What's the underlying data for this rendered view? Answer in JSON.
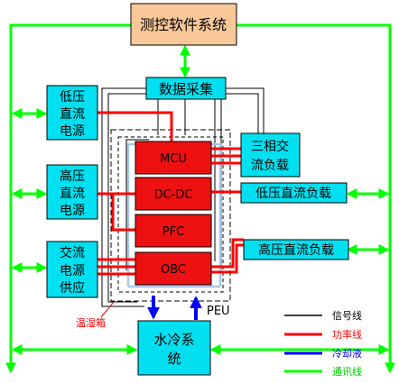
{
  "nodes": {
    "software": "测控软件系统",
    "daq": "数据采集",
    "lv_dc": [
      "低压",
      "直流",
      "电源"
    ],
    "hv_dc": [
      "高压",
      "直流",
      "电源"
    ],
    "ac_supply": [
      "交流",
      "电源",
      "供应"
    ],
    "mcu": "MCU",
    "dcdc": "DC-DC",
    "pfc": "PFC",
    "obc": "OBC",
    "three_phase_load": [
      "三相交",
      "流负载"
    ],
    "lv_dc_load": "低压直流负载",
    "hv_dc_load": "高压直流负载",
    "cooling": [
      "水冷系",
      "统"
    ],
    "peu": "PEU",
    "chamber": "温湿箱"
  },
  "legend": {
    "signal": "信号线",
    "power": "功率线",
    "coolant": "冷却液",
    "comm": "通讯线"
  },
  "colors": {
    "signal": "#000000",
    "power": "#ff0000",
    "coolant": "#0000ff",
    "comm": "#00ff00",
    "software_fill": "#f8c898",
    "cyan_fill": "#00e0f0",
    "module_fill": "#ee1111",
    "chamber_label": "#ff0000"
  }
}
